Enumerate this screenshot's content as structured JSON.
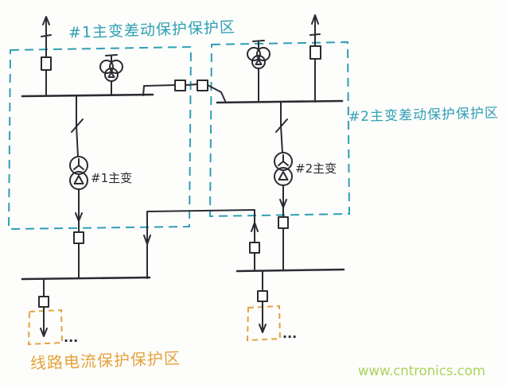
{
  "colors": {
    "ink": "#2b2b33",
    "zone_diff": "#2e9fb5",
    "zone_line": "#e3a33c",
    "watermark": "#a9d45c"
  },
  "labels": {
    "zone1_title": "#1主变差动保护保护区",
    "zone2_title": "#2主变差动保护保护区",
    "transformer1": "#1主变",
    "transformer2": "#2主变",
    "line_zone_title": "线路电流保护保护区",
    "feeder_ellipsis_left": "...",
    "feeder_ellipsis_right": "...",
    "watermark": "www.cntronics.com"
  }
}
